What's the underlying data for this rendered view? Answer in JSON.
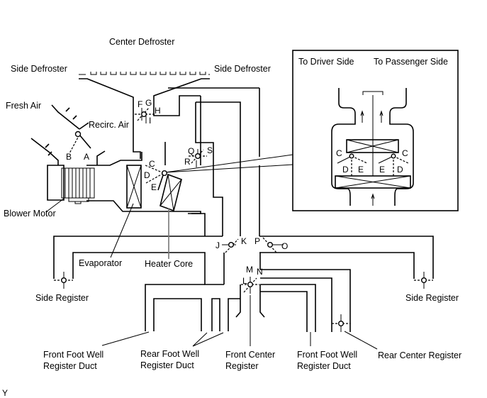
{
  "diagram": {
    "title_corner_mark": "Y",
    "labels": {
      "center_defroster": "Center Defroster",
      "side_defroster_left": "Side Defroster",
      "side_defroster_right": "Side Defroster",
      "fresh_air": "Fresh Air",
      "recirc_air": "Recirc. Air",
      "blower_motor": "Blower Motor",
      "evaporator": "Evaporator",
      "heater_core": "Heater Core",
      "side_register_left": "Side Register",
      "side_register_right": "Side Register",
      "front_foot_well_left_1": "Front Foot Well",
      "front_foot_well_left_2": "Register Duct",
      "rear_foot_well_1": "Rear Foot Well",
      "rear_foot_well_2": "Register Duct",
      "front_center_1": "Front Center",
      "front_center_2": "Register",
      "front_foot_well_right_1": "Front Foot Well",
      "front_foot_well_right_2": "Register Duct",
      "rear_center_register": "Rear Center Register"
    },
    "damper_letters": {
      "a": "A",
      "b": "B",
      "c": "C",
      "d": "D",
      "e": "E",
      "f": "F",
      "g": "G",
      "h": "H",
      "i": "I",
      "j": "J",
      "k": "K",
      "l": "L",
      "m": "M",
      "n": "N",
      "o": "O",
      "p": "P",
      "q": "Q",
      "r": "R",
      "s": "S"
    },
    "inset": {
      "to_driver_side": "To Driver Side",
      "to_passenger_side": "To Passenger Side",
      "left_c": "C",
      "left_d": "D",
      "left_e": "E",
      "right_c": "C",
      "right_e": "E",
      "right_d": "D"
    }
  }
}
